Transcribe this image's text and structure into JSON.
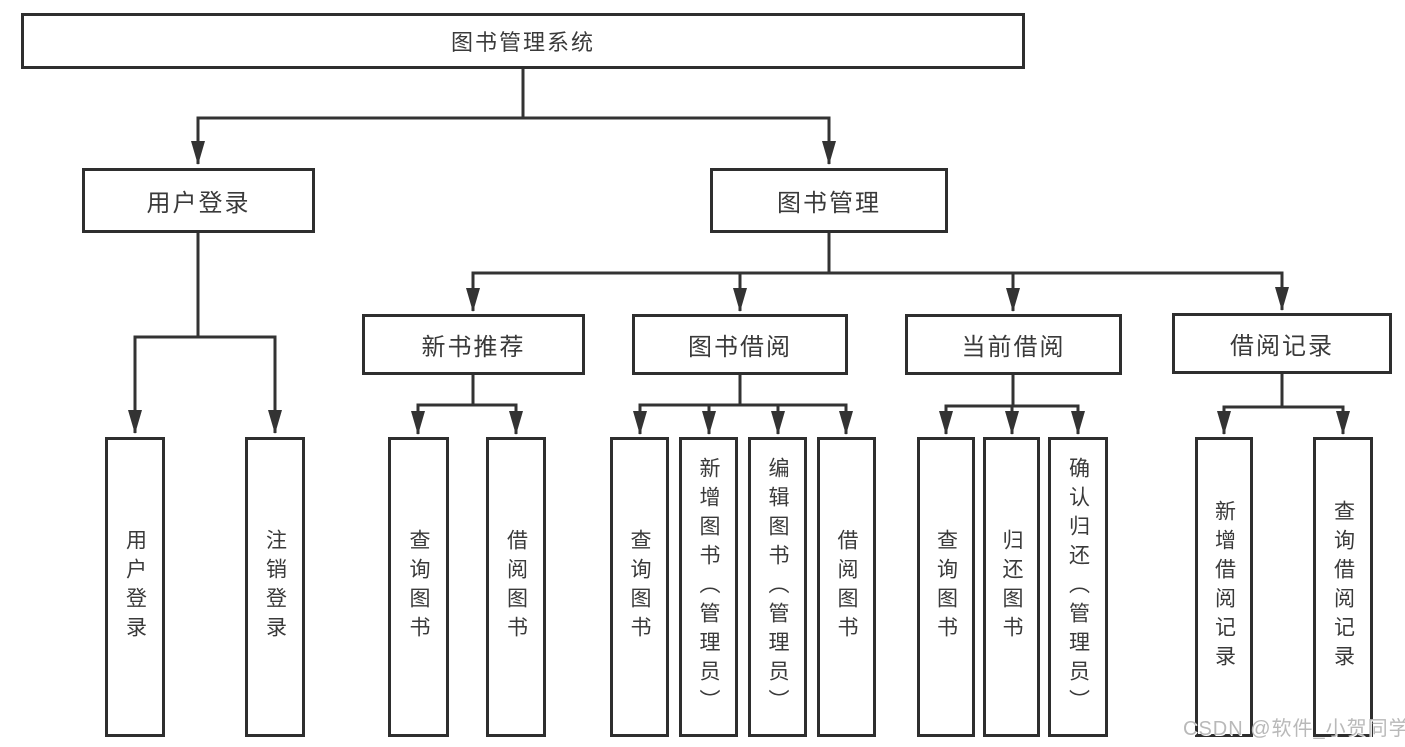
{
  "diagram": {
    "title": "图书管理系统",
    "nodes": {
      "root": "图书管理系统",
      "user_login": "用户登录",
      "book_mgmt": "图书管理",
      "new_books": "新书推荐",
      "book_borrow": "图书借阅",
      "current_borrow": "当前借阅",
      "borrow_records": "借阅记录",
      "leaf_user_login": "用户登录",
      "leaf_user_logout": "注销登录",
      "leaf_new_query": "查询图书",
      "leaf_new_borrow": "借阅图书",
      "leaf_bor_query": "查询图书",
      "leaf_bor_add": "新增图书（管理员）",
      "leaf_bor_edit": "编辑图书（管理员）",
      "leaf_bor_borrow": "借阅图书",
      "leaf_cur_query": "查询图书",
      "leaf_cur_return": "归还图书",
      "leaf_cur_confirm": "确认归还（管理员）",
      "leaf_rec_add": "新增借阅记录",
      "leaf_rec_query": "查询借阅记录"
    },
    "colors": {
      "line": "#333333",
      "box_border": "#2e2e2e",
      "text": "#3a3a3a",
      "background": "#ffffff"
    }
  },
  "watermark": {
    "text": "CSDN @软件_小贺同学",
    "color": "#b9b9b9"
  }
}
